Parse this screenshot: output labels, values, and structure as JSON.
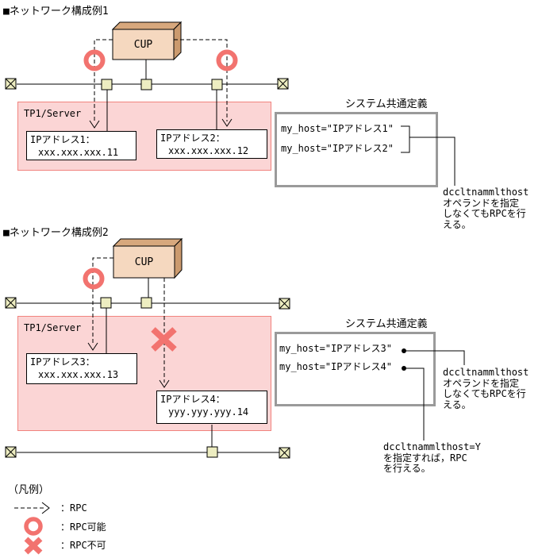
{
  "section1": {
    "title": "■ネットワーク構成例1",
    "cup_label": "CUP",
    "server_label": "TP1/Server",
    "ip_box1": {
      "line1": "IPアドレス1：",
      "line2": "xxx.xxx.xxx.11"
    },
    "ip_box2": {
      "line1": "IPアドレス2：",
      "line2": "xxx.xxx.xxx.12"
    },
    "def_title": "システム共通定義",
    "def_lines": [
      "my_host=\"IPアドレス1\"",
      "my_host=\"IPアドレス2\""
    ],
    "note": [
      "dccltnammlthost",
      "オペランドを指定",
      "しなくてもRPCを行",
      "える。"
    ]
  },
  "section2": {
    "title": "■ネットワーク構成例2",
    "cup_label": "CUP",
    "server_label": "TP1/Server",
    "ip_box3": {
      "line1": "IPアドレス3：",
      "line2": "xxx.xxx.xxx.13"
    },
    "ip_box4": {
      "line1": "IPアドレス4：",
      "line2": "yyy.yyy.yyy.14"
    },
    "def_title": "システム共通定義",
    "def_lines": [
      "my_host=\"IPアドレス3\"",
      "my_host=\"IPアドレス4\""
    ],
    "note_a": [
      "dccltnammlthost",
      "オペランドを指定",
      "しなくてもRPCを行",
      "える。"
    ],
    "note_b": [
      "dccltnammlthost=Y",
      "を指定すれば，RPC",
      "を行える。"
    ]
  },
  "legend": {
    "title": "（凡例）",
    "rpc_label": "：RPC",
    "rpc_ok_label": "：RPC可能",
    "rpc_ng_label": "：RPC不可"
  },
  "colors": {
    "accent_red": "#F2736F",
    "pink_fill": "#FBD5D5",
    "pink_border": "#F1837E",
    "node_fill": "#EDEDC1",
    "cup_front": "#F5D8BF",
    "cup_top": "#D7A87D",
    "cup_side": "#CB9A6E",
    "def_border": "#9A9A9A"
  }
}
